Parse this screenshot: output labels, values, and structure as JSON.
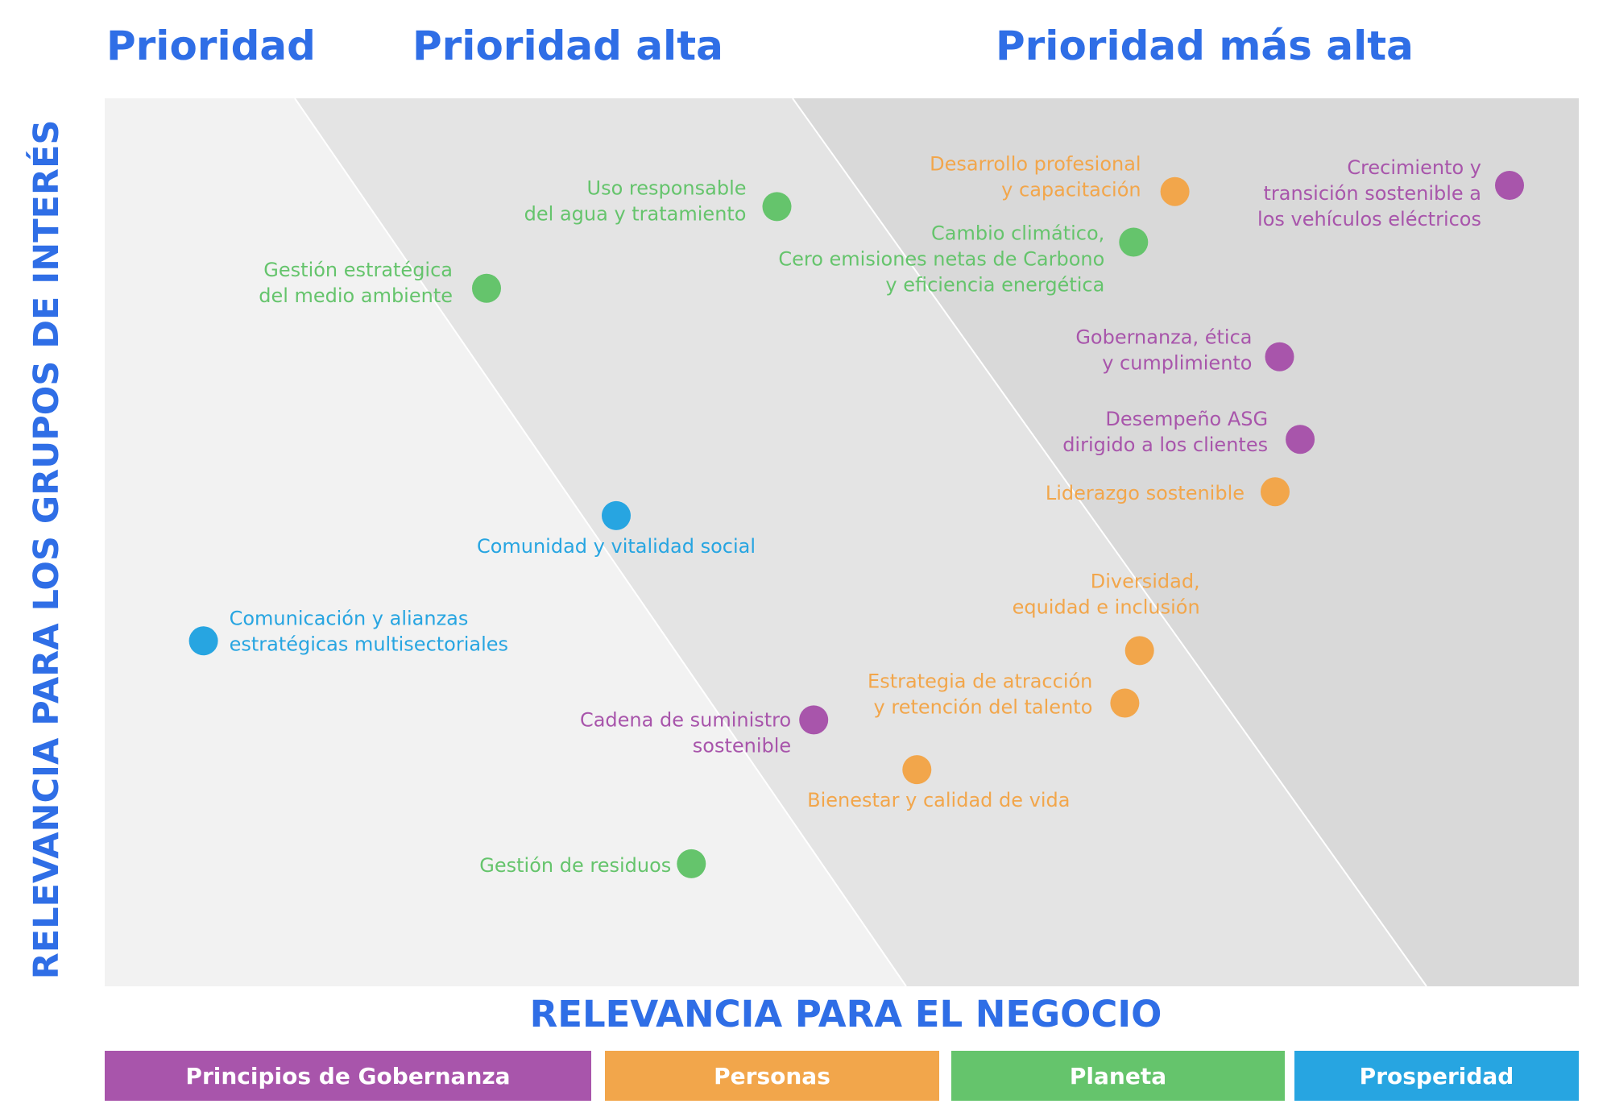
{
  "zones": [
    {
      "title": "Prioridad"
    },
    {
      "title": "Prioridad alta"
    },
    {
      "title": "Prioridad más alta"
    }
  ],
  "axes": {
    "x_label": "RELEVANCIA PARA EL NEGOCIO",
    "y_label": "RELEVANCIA PARA LOS GRUPOS DE INTERÉS"
  },
  "legend": [
    {
      "label": "Principios de Gobernanza",
      "color": "#a855ab"
    },
    {
      "label": "Personas",
      "color": "#f2a64b"
    },
    {
      "label": "Planeta",
      "color": "#65c46c"
    },
    {
      "label": "Prosperidad",
      "color": "#27a5e1"
    }
  ],
  "colors": {
    "zone_low": "#f2f2f2",
    "zone_high": "#e4e4e4",
    "zone_highest": "#d9d9d9",
    "title": "#2f6ee6",
    "divider": "#ffffff"
  },
  "chart_data": {
    "type": "scatter",
    "x_label": "RELEVANCIA PARA EL NEGOCIO",
    "y_label": "RELEVANCIA PARA LOS GRUPOS DE INTERÉS",
    "xlim": [
      0,
      1
    ],
    "ylim": [
      0,
      1
    ],
    "grid": false,
    "legend_position": "bottom",
    "points": [
      {
        "lines": [
          "Crecimiento y",
          "transición sostenible a",
          "los vehículos eléctricos"
        ],
        "category": "Principios de Gobernanza",
        "x": 0.953,
        "y": 0.902
      },
      {
        "lines": [
          "Desarrollo profesional",
          "y capacitación"
        ],
        "category": "Personas",
        "x": 0.726,
        "y": 0.895
      },
      {
        "lines": [
          "Uso responsable",
          "del agua y tratamiento"
        ],
        "category": "Planeta",
        "x": 0.456,
        "y": 0.878
      },
      {
        "lines": [
          "Cambio climático,",
          "Cero emisiones netas de Carbono",
          "y eficiencia energética"
        ],
        "category": "Planeta",
        "x": 0.698,
        "y": 0.838
      },
      {
        "lines": [
          "Gestión estratégica",
          "del medio ambiente"
        ],
        "category": "Planeta",
        "x": 0.259,
        "y": 0.786
      },
      {
        "lines": [
          "Gobernanza, ética",
          "y cumplimiento"
        ],
        "category": "Principios de Gobernanza",
        "x": 0.797,
        "y": 0.709
      },
      {
        "lines": [
          "Desempeño ASG",
          "dirigido a los clientes"
        ],
        "category": "Principios de Gobernanza",
        "x": 0.811,
        "y": 0.616
      },
      {
        "lines": [
          "Liderazgo sostenible"
        ],
        "category": "Personas",
        "x": 0.794,
        "y": 0.557
      },
      {
        "lines": [
          "Comunidad y vitalidad social"
        ],
        "category": "Prosperidad",
        "x": 0.347,
        "y": 0.53
      },
      {
        "lines": [
          "Diversidad,",
          "equidad e inclusión"
        ],
        "category": "Personas",
        "x": 0.702,
        "y": 0.378
      },
      {
        "lines": [
          "Comunicación y alianzas",
          "estratégicas multisectoriales"
        ],
        "category": "Prosperidad",
        "x": 0.067,
        "y": 0.389
      },
      {
        "lines": [
          "Estrategia de atracción",
          "y retención del talento"
        ],
        "category": "Personas",
        "x": 0.692,
        "y": 0.319
      },
      {
        "lines": [
          "Cadena de suministro",
          "sostenible"
        ],
        "category": "Principios de Gobernanza",
        "x": 0.481,
        "y": 0.3
      },
      {
        "lines": [
          "Bienestar y calidad de vida"
        ],
        "category": "Personas",
        "x": 0.551,
        "y": 0.244
      },
      {
        "lines": [
          "Gestión de residuos"
        ],
        "category": "Planeta",
        "x": 0.398,
        "y": 0.138
      }
    ]
  }
}
